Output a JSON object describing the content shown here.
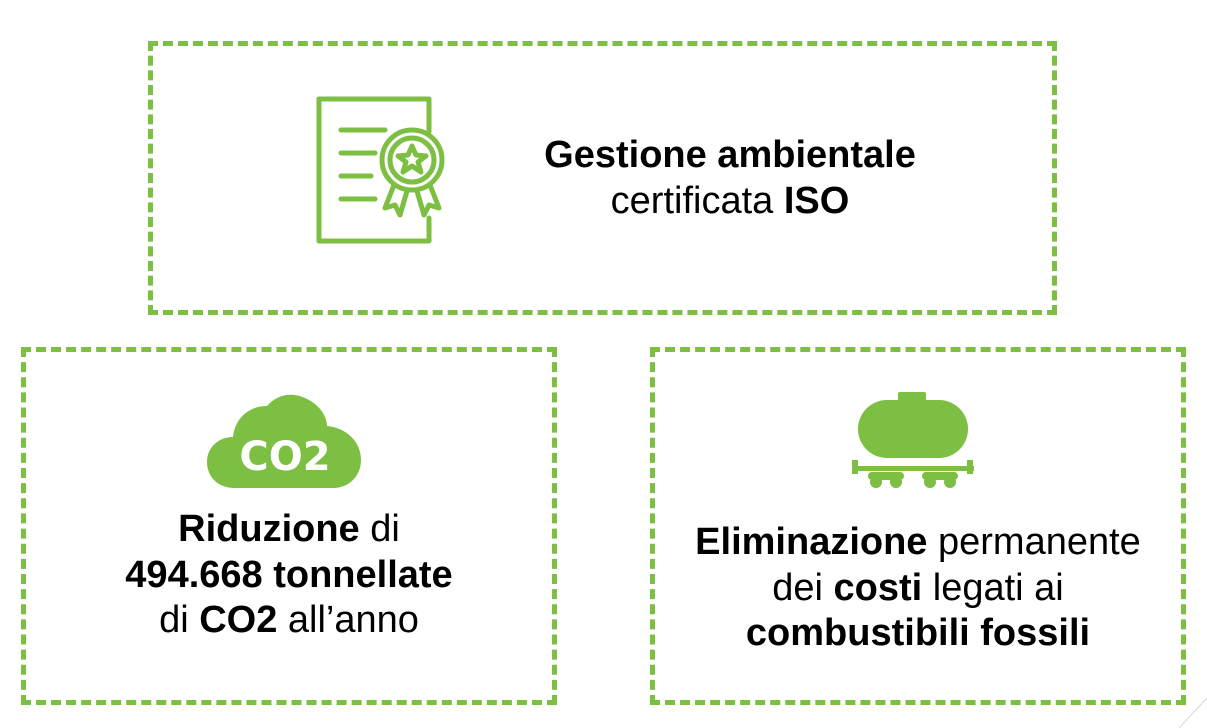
{
  "colors": {
    "accent": "#7cbf42"
  },
  "cards": {
    "iso": {
      "icon": "certificate-award-icon",
      "line1_bold": "Gestione ambientale",
      "line2_regular": "certificata",
      "line2_bold": "ISO"
    },
    "co2": {
      "icon": "co2-cloud-icon",
      "icon_label": "CO2",
      "line1_bold": "Riduzione",
      "line1_regular": " di",
      "line2_bold": "494.668 tonnellate",
      "line3_regular_a": "di ",
      "line3_bold": "CO2",
      "line3_regular_b": " all’anno"
    },
    "fuel": {
      "icon": "tank-wagon-icon",
      "line1_bold": "Eliminazione",
      "line1_regular": " permanente",
      "line2_regular_a": "dei ",
      "line2_bold": "costi",
      "line2_regular_b": " legati ai",
      "line3_bold": "combustibili fossili"
    }
  }
}
